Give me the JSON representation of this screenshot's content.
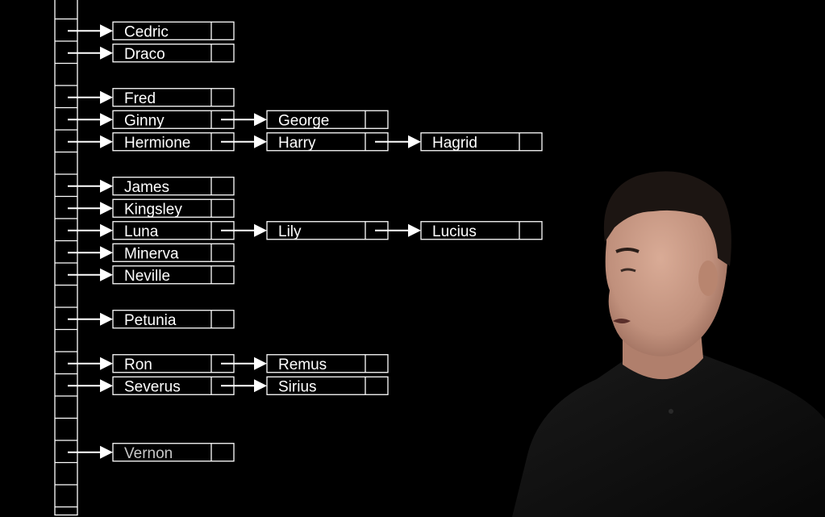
{
  "diagram": {
    "type": "hash-table-with-chaining",
    "buckets": [
      {
        "chain": []
      },
      {
        "chain": [
          "Cedric"
        ]
      },
      {
        "chain": [
          "Draco"
        ]
      },
      {
        "chain": []
      },
      {
        "chain": [
          "Fred"
        ]
      },
      {
        "chain": [
          "Ginny",
          "George"
        ]
      },
      {
        "chain": [
          "Hermione",
          "Harry",
          "Hagrid"
        ]
      },
      {
        "chain": []
      },
      {
        "chain": [
          "James"
        ]
      },
      {
        "chain": [
          "Kingsley"
        ]
      },
      {
        "chain": [
          "Luna",
          "Lily",
          "Lucius"
        ]
      },
      {
        "chain": [
          "Minerva"
        ]
      },
      {
        "chain": [
          "Neville"
        ]
      },
      {
        "chain": []
      },
      {
        "chain": [
          "Petunia"
        ]
      },
      {
        "chain": []
      },
      {
        "chain": [
          "Ron",
          "Remus"
        ]
      },
      {
        "chain": [
          "Severus",
          "Sirius"
        ]
      },
      {
        "chain": []
      },
      {
        "chain": []
      },
      {
        "chain": [
          "Vernon"
        ]
      },
      {
        "chain": []
      },
      {
        "chain": []
      }
    ],
    "colors": {
      "background": "#000000",
      "stroke": "#ffffff",
      "text": "#ffffff"
    }
  },
  "presenter": {
    "icon": "presenter-person",
    "shirt_color": "#0d0d0d",
    "skin_color": "#c89a86",
    "hair_color": "#1c1512"
  }
}
